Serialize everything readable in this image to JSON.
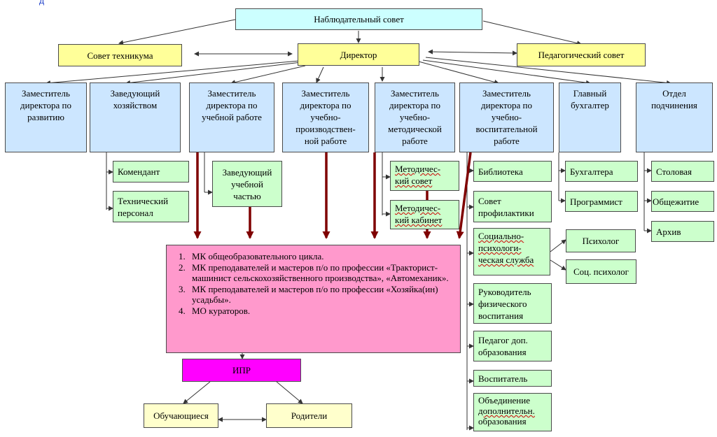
{
  "corner_fragment": "д",
  "nodes": {
    "supervisory_board": "Наблюдательный совет",
    "college_council": "Совет техникума",
    "director": "Директор",
    "pedagogical_council": "Педагогический совет",
    "deputy_development": "Заместитель\nдиректора по\nразвитию",
    "head_facilities": "Заведующий\nхозяйством",
    "deputy_academic": "Заместитель\nдиректора по\nучебной работе",
    "deputy_industrial": "Заместитель\nдиректора по\nучебно-\nпроизводствен-\nной работе",
    "deputy_methodical": "Заместитель\nдиректора по\nучебно-\nметодической\nработе",
    "deputy_educational": "Заместитель\nдиректора по\nучебно-\nвоспитательной\nработе",
    "chief_accountant": "Главный\nбухгалтер",
    "subordination_dept": "Отдел\nподчинения",
    "commandant": "Комендант",
    "technical_staff": "Технический\nперсонал",
    "head_academic_unit": "Заведующий\nучебной\nчастью",
    "methodical_council_l1": "Методичес-",
    "methodical_council_l2": "кий совет",
    "methodical_office_l1": "Методичес-",
    "methodical_office_l2": "кий кабинет",
    "library": "Библиотека",
    "prevention_council": "Совет\nпрофилактики",
    "social_service_l1": "Социально-",
    "social_service_l2": "психологи-",
    "social_service_l3": "ческая служба",
    "phys_ed_head": "Руководитель\nфизического\nвоспитания",
    "extra_ed_teacher": "Педагог доп.\nобразования",
    "tutor": "Воспитатель",
    "extra_ed_assoc_l1": "Объединение",
    "extra_ed_assoc_l2": "дополнительн.",
    "extra_ed_assoc_l3": "образования",
    "accountants": "Бухгалтера",
    "programmer": "Программист",
    "psychologist": "Психолог",
    "social_psychologist": "Соц. психолог",
    "canteen": "Столовая",
    "dormitory": "Общежитие",
    "archive": "Архив",
    "ipr": "ИПР",
    "students": "Обучающиеся",
    "parents": "Родители"
  },
  "mk_list": [
    "МК общеобразовательного цикла.",
    "МК преподавателей и мастеров п/о по профессии «Тракторист-машинист сельскохозяйственного производства», «Автомеханик».",
    "МК преподавателей и мастеров п/о по профессии «Хозяйка(ин) усадьбы».",
    "МО кураторов."
  ],
  "colors": {
    "top_box": "#ccffff",
    "council_box": "#ffff99",
    "deputy_box": "#cce6ff",
    "sub_box": "#ccffcc",
    "mk_box": "#ff99cc",
    "ipr_box": "#ff00ff",
    "people_box": "#ffffcc",
    "thick_arrow": "#7f0000",
    "thin_line": "#333333"
  }
}
